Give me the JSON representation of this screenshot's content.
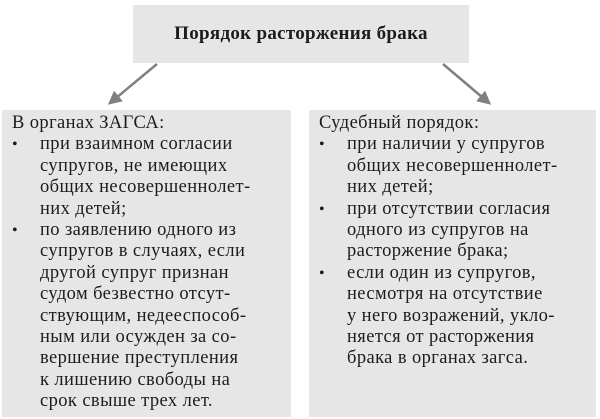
{
  "title": {
    "text": "Порядок расторжения брака"
  },
  "bullets": {
    "glyph": "•"
  },
  "left_box": {
    "heading": "В органах ЗАГСА:",
    "items": [
      {
        "text": "при взаимном согласии\nсупругов, не имеющих\nобщих несовершеннолет-\nних детей;"
      },
      {
        "text": "по заявлению одного из\nсупругов в случаях, если\nдругой супруг признан\nсудом безвестно отсут-\nствующим, недееспособ-\nным или осужден за со-\nвершение преступления\nк лишению свободы на\nсрок свыше трех лет."
      }
    ]
  },
  "right_box": {
    "heading": "Судебный порядок:",
    "items": [
      {
        "text": "при наличии у супругов\nобщих несовершеннолет-\nних детей;"
      },
      {
        "text": "при отсутствии согласия\nодного из супругов на\nрасторжение брака;"
      },
      {
        "text": "если один из супругов,\nнесмотря на отсутствие\nу него возражений, укло-\nняется от расторжения\nбрака в органах загса."
      }
    ]
  },
  "style": {
    "box_fill": "#e6e6e6",
    "text_color": "#1c1c1c",
    "arrow_color": "#808080",
    "background": "#ffffff"
  }
}
